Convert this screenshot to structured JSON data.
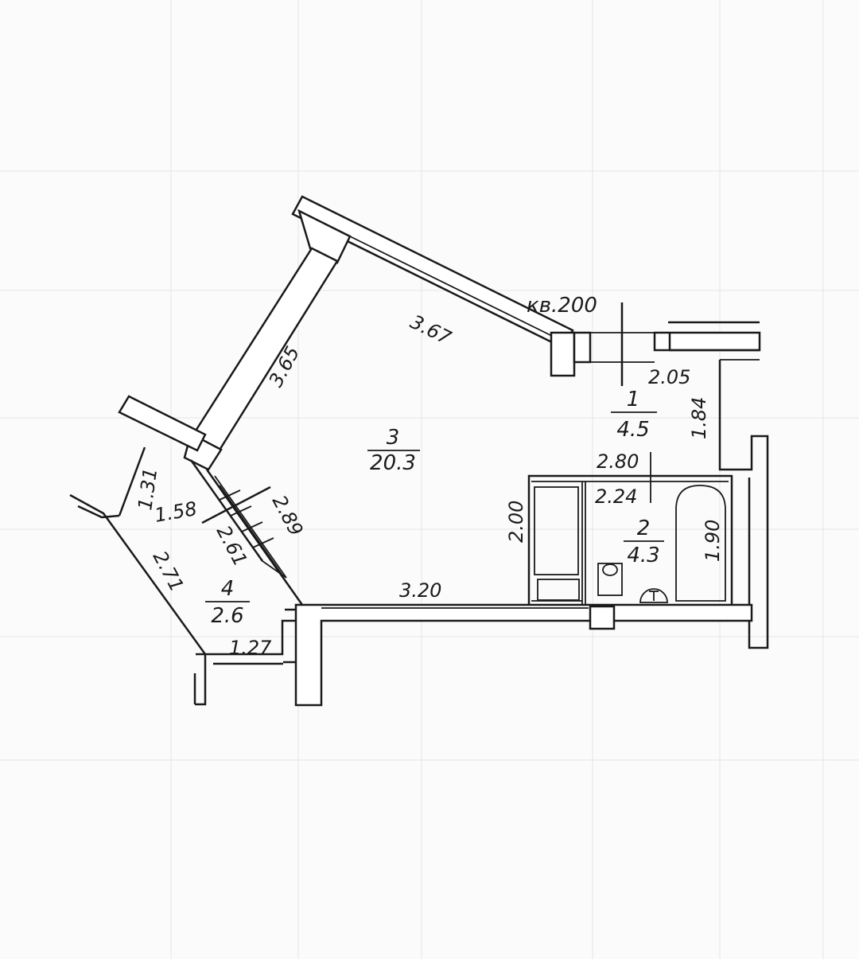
{
  "apartment": {
    "label": "кв.200"
  },
  "rooms": [
    {
      "number": "1",
      "area": "4.5"
    },
    {
      "number": "2",
      "area": "4.3"
    },
    {
      "number": "3",
      "area": "20.3"
    },
    {
      "number": "4",
      "area": "2.6"
    }
  ],
  "dimensions": {
    "wall_upper_diagonal": "3.67",
    "wall_left_diagonal": "3.65",
    "hall_width": "2.05",
    "hall_depth": "1.84",
    "bath_outer_width": "2.80",
    "bath_inner_width": "2.24",
    "bath_left_height": "2.00",
    "bath_right_height": "1.90",
    "room_bottom": "3.20",
    "balcony_side_a": "1.31",
    "balcony_side_b": "1.58",
    "balcony_window_outer": "2.89",
    "balcony_window_inner": "2.61",
    "balcony_left": "2.71",
    "balcony_bottom": "1.27"
  }
}
